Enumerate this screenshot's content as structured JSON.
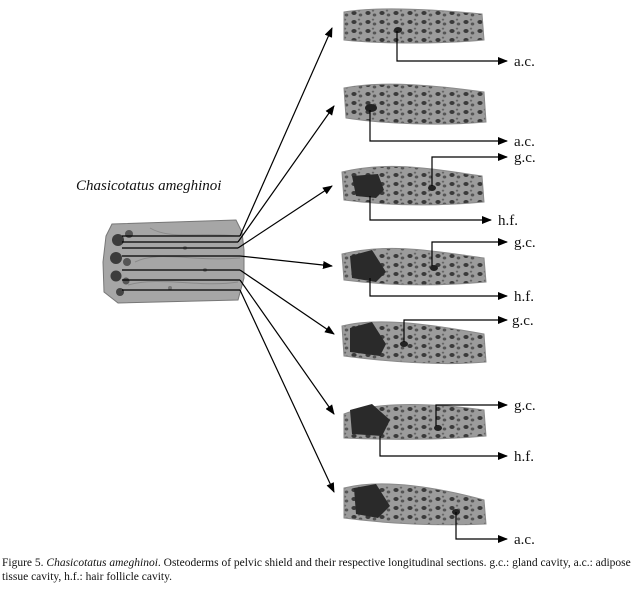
{
  "figure": {
    "species_label": "Chasicotatus ameghinoi",
    "sections": [
      {
        "labels": [
          "a.c."
        ]
      },
      {
        "labels": [
          "a.c."
        ]
      },
      {
        "labels": [
          "g.c.",
          "h.f."
        ]
      },
      {
        "labels": [
          "g.c.",
          "h.f."
        ]
      },
      {
        "labels": [
          "g.c."
        ]
      },
      {
        "labels": [
          "g.c.",
          "h.f."
        ]
      },
      {
        "labels": [
          "a.c."
        ]
      }
    ]
  },
  "caption": {
    "figure_number": "Figure 5.",
    "species": "Chasicotatus ameghinoi",
    "text": ". Osteoderms of pelvic shield and their respective longitudinal sections. g.c.: gland cavity, a.c.: adipose tissue cavity, h.f.: hair follicle cavity."
  },
  "colors": {
    "bone": "#9a9a9a",
    "bone_light": "#b8b8b8",
    "cavity": "#2e2e2e",
    "line": "#000000"
  }
}
